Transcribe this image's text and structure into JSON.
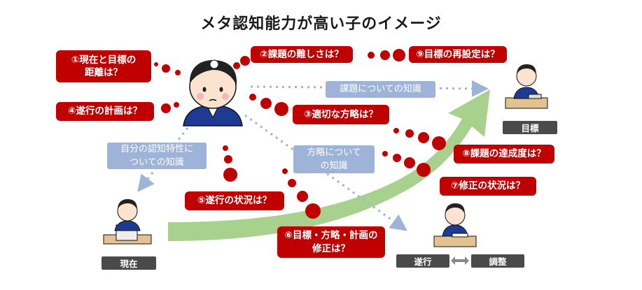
{
  "title": "メタ認知能力が高い子のイメージ",
  "questions": {
    "q1": "①現在と目標の\n距離は？",
    "q2": "②課題の難しさは？",
    "q3": "③適切な方略は？",
    "q4": "④遂行の計画は？",
    "q5": "⑤遂行の状況は？",
    "q6": "⑥目標・方略・計画の\n修正は？",
    "q7": "⑦修正の状況は？",
    "q8": "⑧課題の達成度は？",
    "q9": "⑨目標の再設定は？"
  },
  "knowledge": {
    "task": "課題についての知識",
    "self": "自分の認知特性に\nついての知識",
    "strategy": "方略について\nの知識"
  },
  "labels": {
    "goal": "目標",
    "current": "現在",
    "execute": "遂行",
    "adjust": "調整"
  },
  "colors": {
    "question_red": "#c00000",
    "knowledge_blue": "#9db3d8",
    "arrow_green": "#a9d18e",
    "label_gray": "#4a4a4a"
  },
  "icons": [
    "child-thinking-icon",
    "student-at-desk-icon",
    "double-arrow-icon"
  ]
}
